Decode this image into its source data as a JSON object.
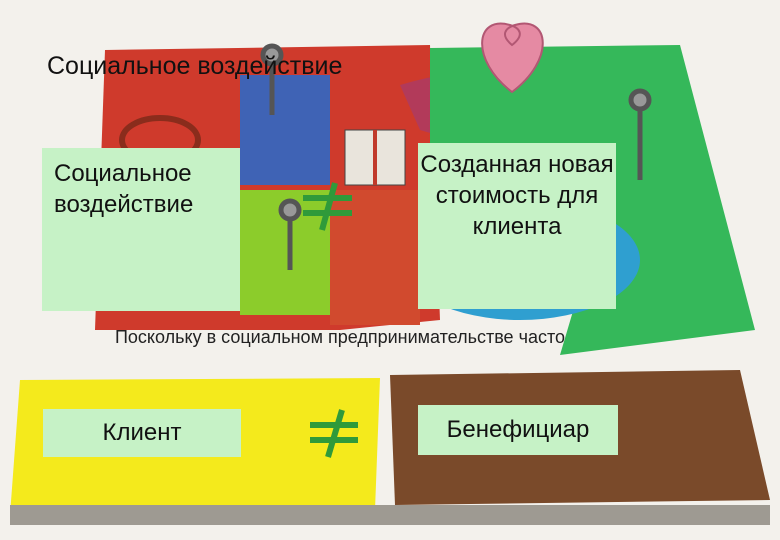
{
  "title": "Социальное воздействие",
  "boxes": {
    "impact": "Социальное воздействие",
    "value": "Созданная новая стоимость для клиента",
    "client": "Клиент",
    "beneficiary": "Бенефициар"
  },
  "note": "Поскольку в социальном предпринимательстве часто",
  "colors": {
    "red": "#cf3a2c",
    "blue": "#3f63b5",
    "green": "#35b85a",
    "lime": "#8ccc2b",
    "yellow": "#f4ea1c",
    "brown": "#7a4a2a",
    "pink": "#e58aa3",
    "box": "#c6f2c6",
    "neq": "#2f9a3a"
  },
  "icons": [
    "heart-icon",
    "gift-icon",
    "person-icon",
    "ring-icon",
    "not-equal-icon"
  ]
}
